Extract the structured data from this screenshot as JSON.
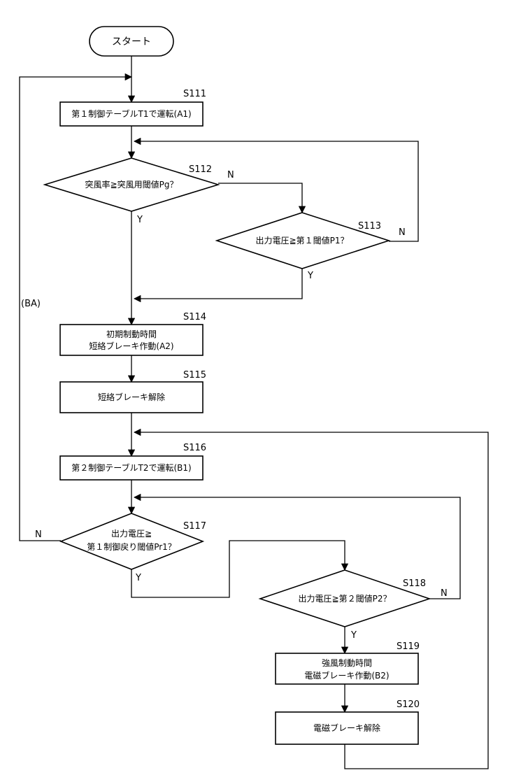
{
  "flowchart": {
    "start": "スタート",
    "steps": {
      "s111": {
        "id": "S111",
        "text": "第１制御テーブルT1で運転(A1)"
      },
      "s112": {
        "id": "S112",
        "text": "突風率≧突風用閾値Pg？"
      },
      "s113": {
        "id": "S113",
        "text": "出力電圧≧第１閾値P1？"
      },
      "s114": {
        "id": "S114",
        "line1": "初期制動時間",
        "line2": "短絡ブレーキ作動(A2)"
      },
      "s115": {
        "id": "S115",
        "text": "短絡ブレーキ解除"
      },
      "s116": {
        "id": "S116",
        "text": "第２制御テーブルT2で運転(B1)"
      },
      "s117": {
        "id": "S117",
        "line1": "出力電圧≧",
        "line2": "第１制御戻り閾値Pr1？"
      },
      "s118": {
        "id": "S118",
        "text": "出力電圧≧第２閾値P2？"
      },
      "s119": {
        "id": "S119",
        "line1": "強風制動時間",
        "line2": "電磁ブレーキ作動(B2)"
      },
      "s120": {
        "id": "S120",
        "text": "電磁ブレーキ解除"
      }
    },
    "branch_labels": {
      "yes": "Y",
      "no": "N",
      "loop_back": "(BA)"
    }
  }
}
